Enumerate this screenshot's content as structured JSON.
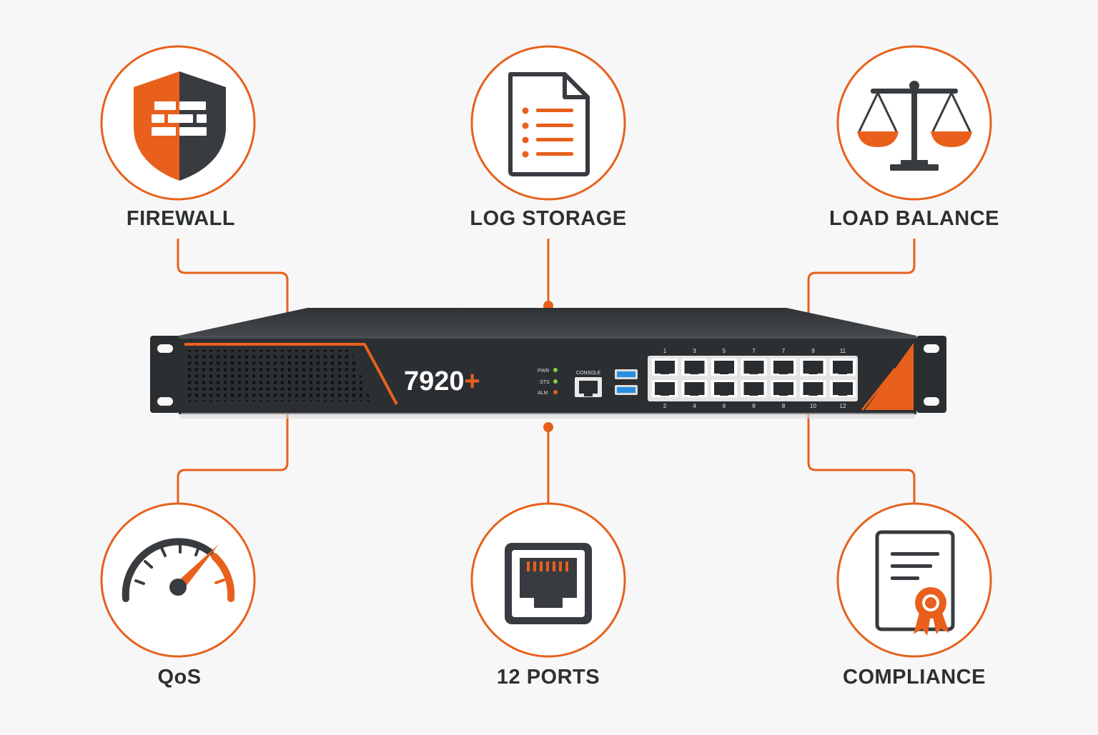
{
  "features": [
    {
      "key": "firewall",
      "label": "FIREWALL",
      "icon": "shield-firewall-icon"
    },
    {
      "key": "log_storage",
      "label": "LOG STORAGE",
      "icon": "document-list-icon"
    },
    {
      "key": "load_balance",
      "label": "LOAD BALANCE",
      "icon": "balance-scale-icon"
    },
    {
      "key": "qos",
      "label": "QoS",
      "icon": "speedometer-icon"
    },
    {
      "key": "ports",
      "label": "12 PORTS",
      "icon": "ethernet-port-icon"
    },
    {
      "key": "compliance",
      "label": "COMPLIANCE",
      "icon": "certificate-icon"
    }
  ],
  "device": {
    "model": "7920",
    "model_suffix": "+",
    "leds": [
      "PWR",
      "STS",
      "ALM"
    ],
    "console_label": "CONSOLE",
    "port_numbers_top": [
      "1",
      "3",
      "5",
      "7",
      "7",
      "9",
      "11"
    ],
    "port_numbers_bottom": [
      "2",
      "4",
      "6",
      "8",
      "8",
      "10",
      "12"
    ]
  },
  "colors": {
    "accent": "#e8601c",
    "dark": "#383b3f",
    "text": "#2d3033",
    "led_green": "#7ed23a",
    "led_orange": "#e8601c",
    "usb_blue": "#2a8fe0"
  }
}
